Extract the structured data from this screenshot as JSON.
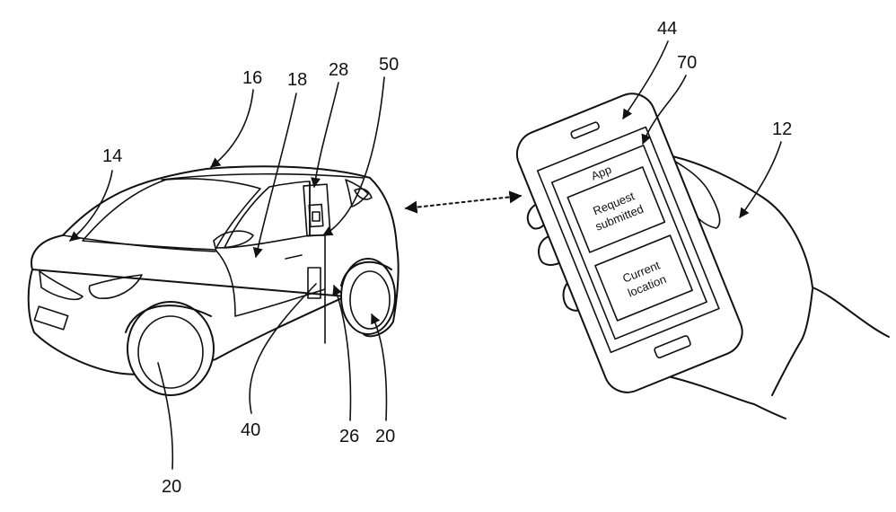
{
  "labels": {
    "ref_12": "12",
    "ref_14": "14",
    "ref_16": "16",
    "ref_18": "18",
    "ref_20a": "20",
    "ref_20b": "20",
    "ref_26": "26",
    "ref_28": "28",
    "ref_40": "40",
    "ref_44": "44",
    "ref_50": "50",
    "ref_70": "70"
  },
  "phone_screen": {
    "app_title": "App",
    "box1_line1": "Request",
    "box1_line2": "submitted",
    "box2_line1": "Current",
    "box2_line2": "location"
  }
}
